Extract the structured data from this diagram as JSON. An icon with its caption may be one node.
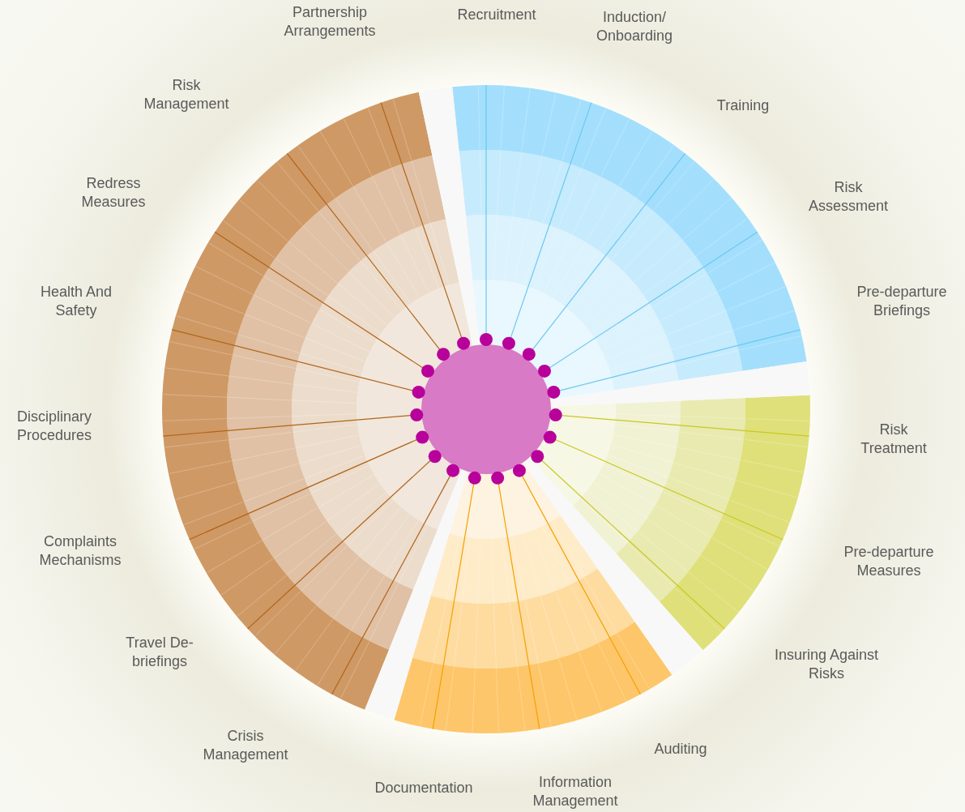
{
  "diagram": {
    "labels": [
      "Partnership Arrangements",
      "Recruitment",
      "Induction/ Onboarding",
      "Risk Management",
      "Training",
      "Redress Measures",
      "Risk Assessment",
      "Health And Safety",
      "Pre-departure Briefings",
      "Disciplinary Procedures",
      "Risk Treatment",
      "Complaints Mechanisms",
      "Pre-departure Measures",
      "Travel De-briefings",
      "Insuring Against Risks",
      "Crisis Management",
      "Auditing",
      "Documentation",
      "Information Management"
    ]
  }
}
